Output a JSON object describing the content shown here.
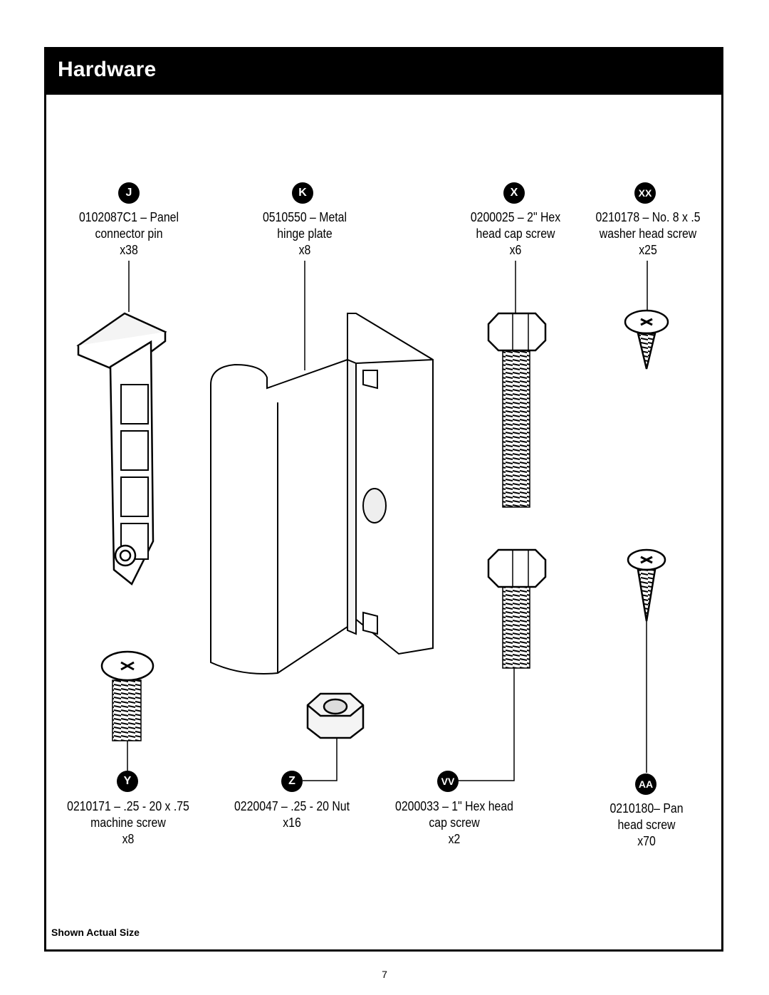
{
  "header": {
    "title": "Hardware"
  },
  "parts": [
    {
      "letter": "J",
      "line1": "0102087C1 – Panel",
      "line2": "connector pin",
      "qty": "x38"
    },
    {
      "letter": "K",
      "line1": "0510550 – Metal",
      "line2": "hinge plate",
      "qty": "x8"
    },
    {
      "letter": "X",
      "line1": "0200025 – 2\" Hex",
      "line2": "head cap screw",
      "qty": "x6"
    },
    {
      "letter": "XX",
      "line1": "0210178 – No. 8 x .5",
      "line2": "washer head screw",
      "qty": "x25"
    },
    {
      "letter": "Y",
      "line1": "0210171 – .25 - 20 x .75",
      "line2": "machine screw",
      "qty": "x8"
    },
    {
      "letter": "Z",
      "line1": "0220047 – .25 - 20 Nut",
      "line2": "x16",
      "qty": ""
    },
    {
      "letter": "VV",
      "line1": "0200033 – 1\" Hex head",
      "line2": "cap screw",
      "qty": "x2"
    },
    {
      "letter": "AA",
      "line1": "0210180– Pan",
      "line2": "head screw",
      "qty": "x70"
    }
  ],
  "footer": {
    "note": "Shown Actual Size",
    "page_number": "7"
  }
}
